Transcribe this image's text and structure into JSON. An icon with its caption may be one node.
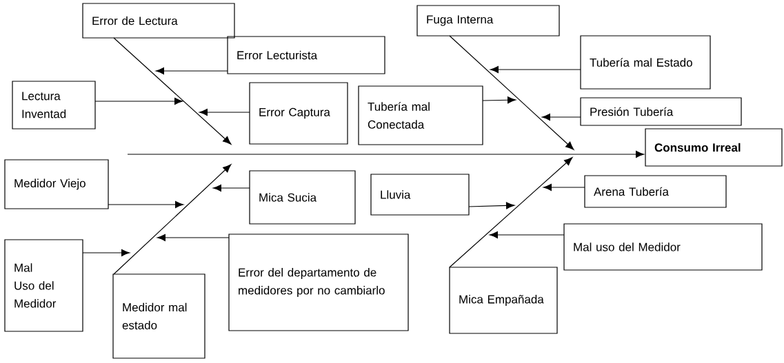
{
  "diagram": {
    "nodes": [
      {
        "text": [
          "Error de Lectura"
        ]
      },
      {
        "text": [
          "Error Lecturista"
        ]
      },
      {
        "text": [
          "Lectura Inventad"
        ]
      },
      {
        "text": [
          "Error Captura"
        ]
      },
      {
        "text": [
          "Fuga Interna"
        ]
      },
      {
        "text": [
          "Tubería mal Estado"
        ]
      },
      {
        "text": [
          "Tubería mal Conectada"
        ]
      },
      {
        "text": [
          "Presión Tubería"
        ]
      },
      {
        "text": [
          "Consumo Irreal"
        ]
      },
      {
        "text": [
          "Medidor Viejo"
        ]
      },
      {
        "text": [
          "Mica Sucia"
        ]
      },
      {
        "text": [
          "Lluvia"
        ]
      },
      {
        "text": [
          "Arena Tubería"
        ]
      },
      {
        "text": [
          "Mal Uso del Medidor"
        ]
      },
      {
        "text": [
          "Error del departamento de medidores por no cambiarlo"
        ]
      },
      {
        "text": [
          "Mal uso del Medidor"
        ]
      },
      {
        "text": [
          "Medidor mal estado"
        ]
      },
      {
        "text": [
          "Mica Empañada"
        ]
      }
    ],
    "edges": [
      {
        "from": 0,
        "to": null,
        "arrow": "to"
      },
      {
        "from": 1,
        "to": null,
        "arrow": "to"
      },
      {
        "from": 2,
        "to": null,
        "arrow": "to"
      },
      {
        "from": 3,
        "to": null,
        "arrow": "to"
      },
      {
        "from": 4,
        "to": null,
        "arrow": "to"
      },
      {
        "from": 5,
        "to": null,
        "arrow": "to"
      },
      {
        "from": 6,
        "to": null,
        "arrow": "to"
      },
      {
        "from": 7,
        "to": null,
        "arrow": "to"
      },
      {
        "from": null,
        "to": 8,
        "arrow": "to"
      },
      {
        "from": 9,
        "to": null,
        "arrow": "to"
      },
      {
        "from": 10,
        "to": null,
        "arrow": "to"
      },
      {
        "from": 11,
        "to": null,
        "arrow": "to"
      },
      {
        "from": 12,
        "to": null,
        "arrow": "to"
      },
      {
        "from": 13,
        "to": null,
        "arrow": "to"
      },
      {
        "from": 14,
        "to": null,
        "arrow": "to"
      },
      {
        "from": 15,
        "to": null,
        "arrow": "to"
      },
      {
        "from": 16,
        "to": null,
        "arrow": "to"
      },
      {
        "from": 17,
        "to": null,
        "arrow": "to"
      }
    ]
  }
}
